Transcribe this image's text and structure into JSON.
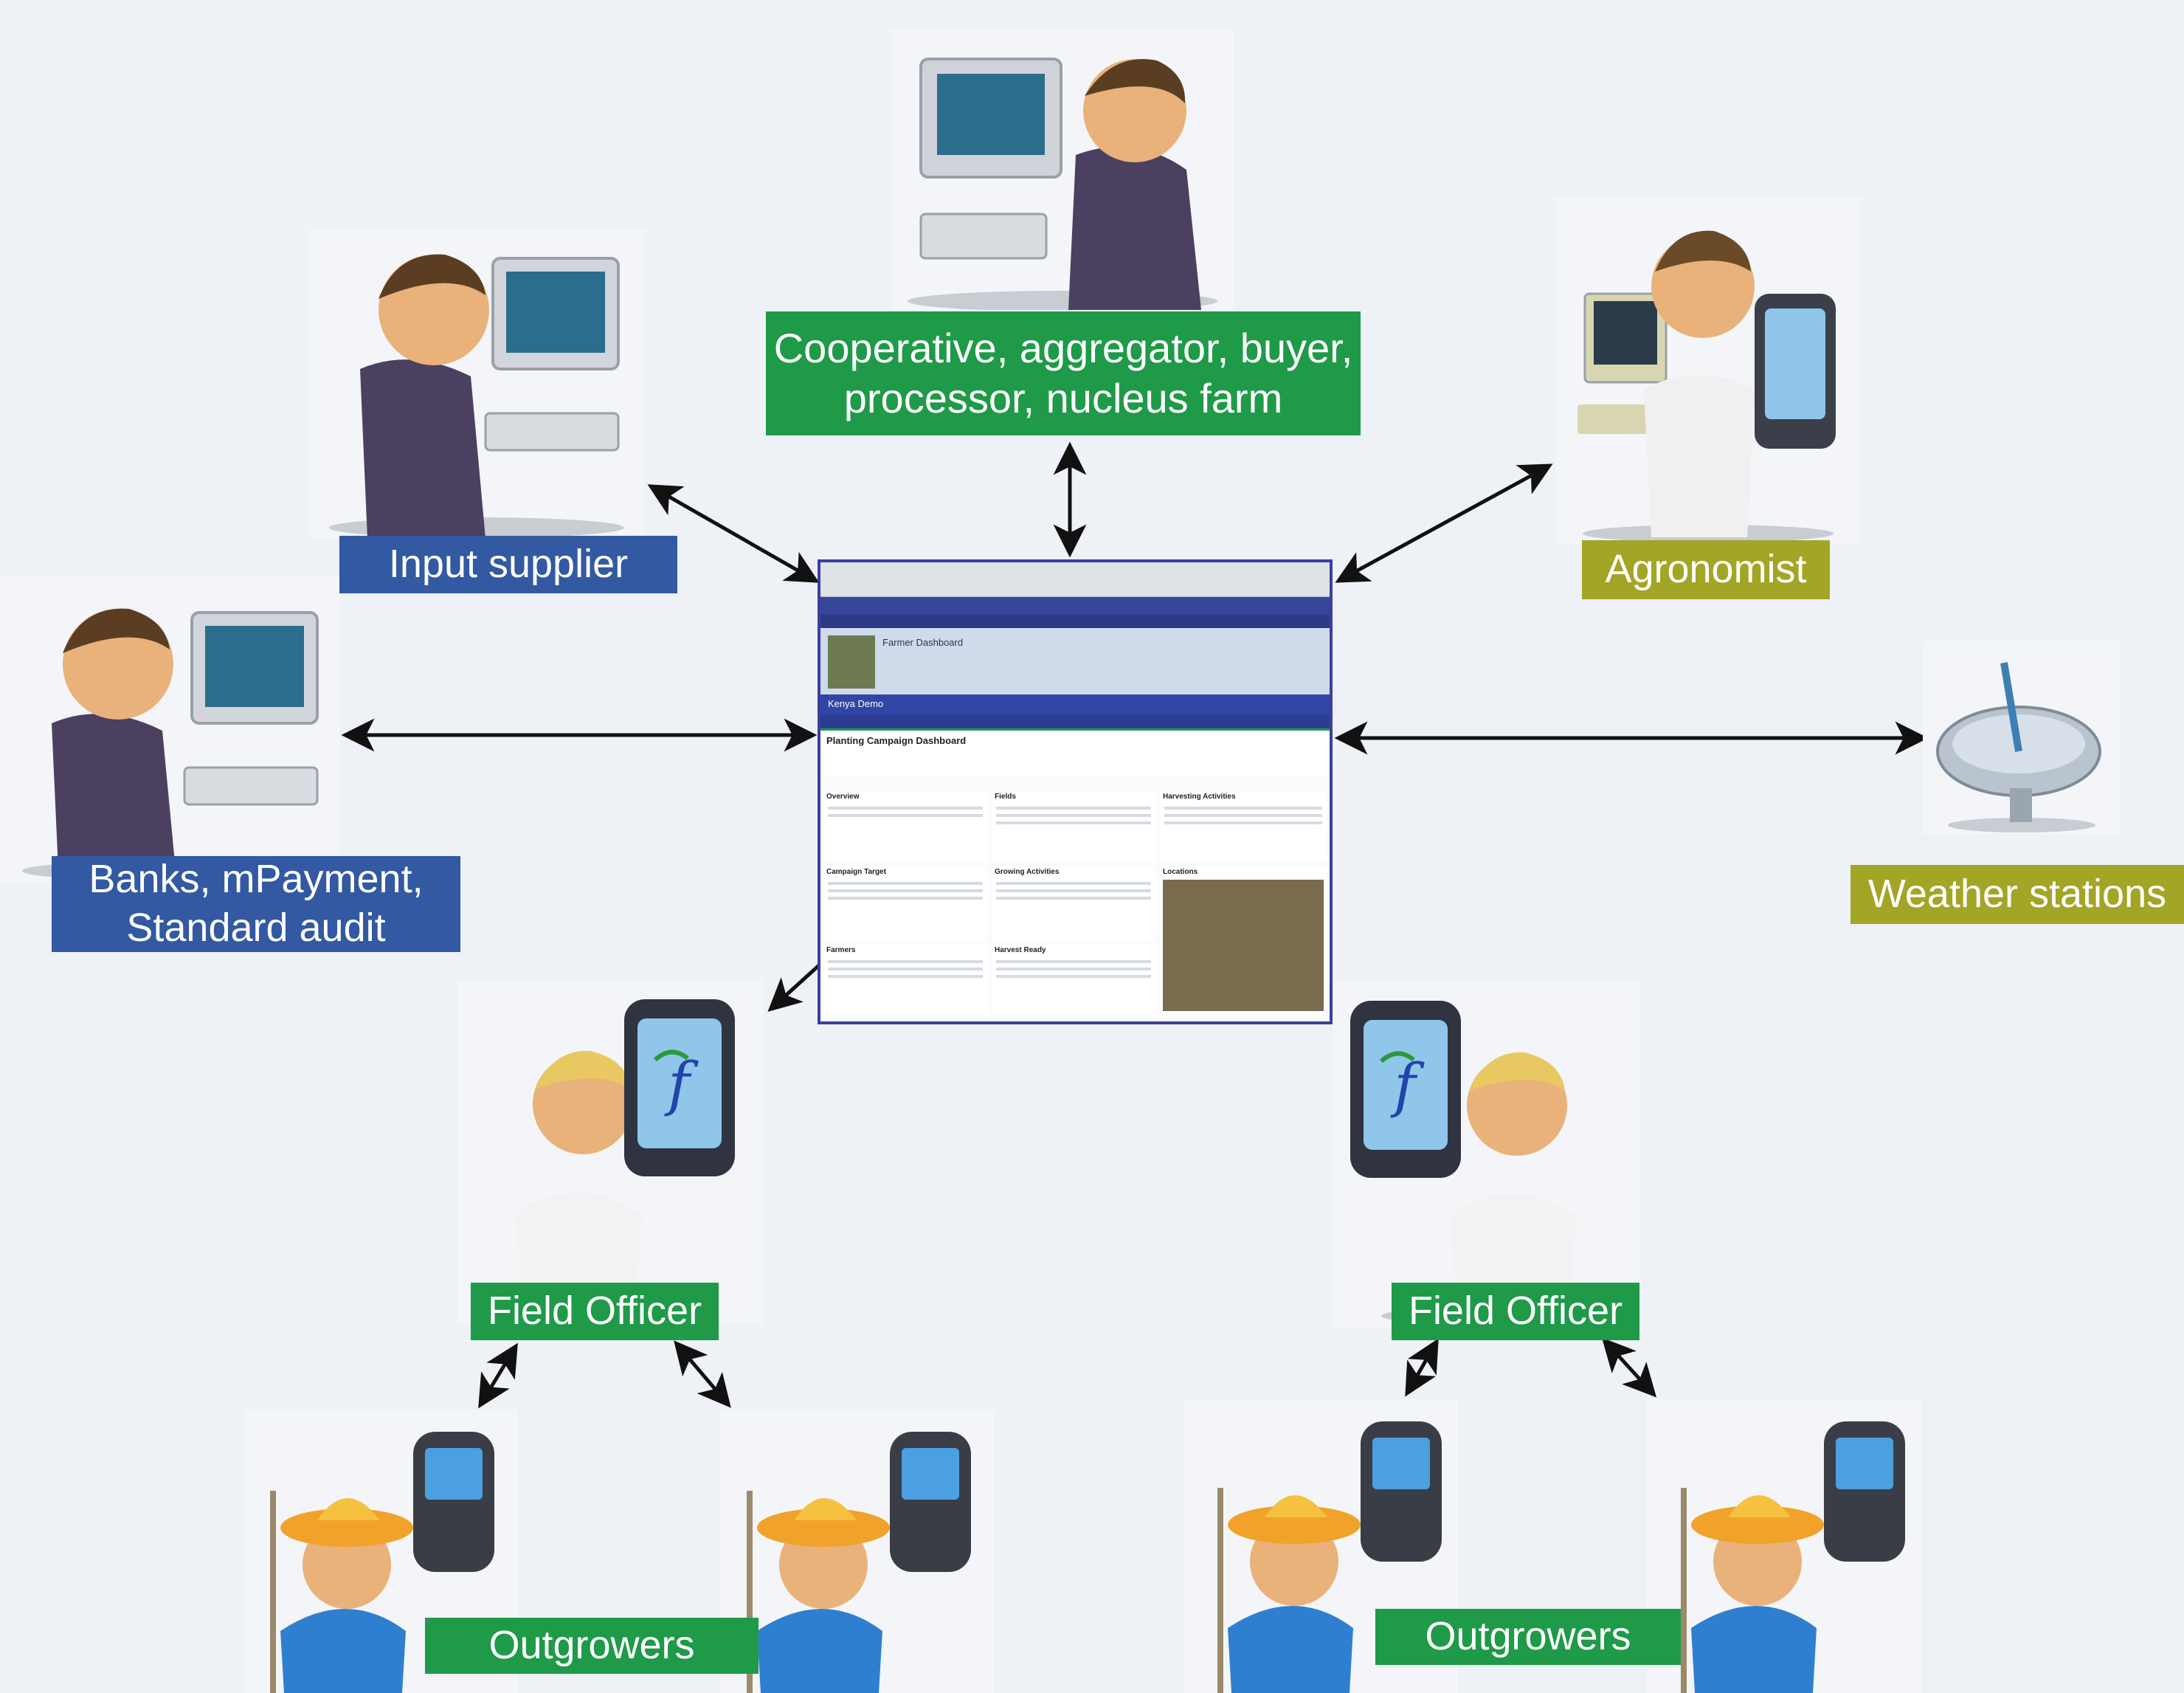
{
  "nodes": {
    "cooperative": {
      "label_line1": "Cooperative, aggregator, buyer,",
      "label_line2": "processor, nucleus farm",
      "color": "#1f9a48"
    },
    "input_supplier": {
      "label": "Input supplier",
      "color": "#3259a2"
    },
    "agronomist": {
      "label": "Agronomist",
      "color": "#a3a526"
    },
    "banks": {
      "label_line1": "Banks, mPayment,",
      "label_line2": "Standard audit",
      "color": "#3259a2"
    },
    "weather": {
      "label": "Weather stations",
      "color": "#a3a526"
    },
    "field_officer_left": {
      "label": "Field Officer",
      "color": "#1f9a48"
    },
    "field_officer_right": {
      "label": "Field Officer",
      "color": "#1f9a48"
    },
    "outgrowers_left": {
      "label": "Outgrowers",
      "color": "#1f9a48"
    },
    "outgrowers_right": {
      "label": "Outgrowers",
      "color": "#1f9a48"
    }
  },
  "dashboard": {
    "org_name": "Kenya Demo",
    "farmer_section_title": "Farmer Dashboard",
    "campaign_title": "Planting Campaign Dashboard",
    "panels": [
      "Overview",
      "Fields",
      "Harvesting Activities",
      "Campaign Target",
      "Growing Activities",
      "Locations",
      "Farmers",
      "Harvest Ready"
    ]
  },
  "icons": [
    "person-computer-icon",
    "agronomist-phone-icon",
    "satellite-dish-icon",
    "field-officer-phone-icon",
    "farmer-phone-icon"
  ]
}
